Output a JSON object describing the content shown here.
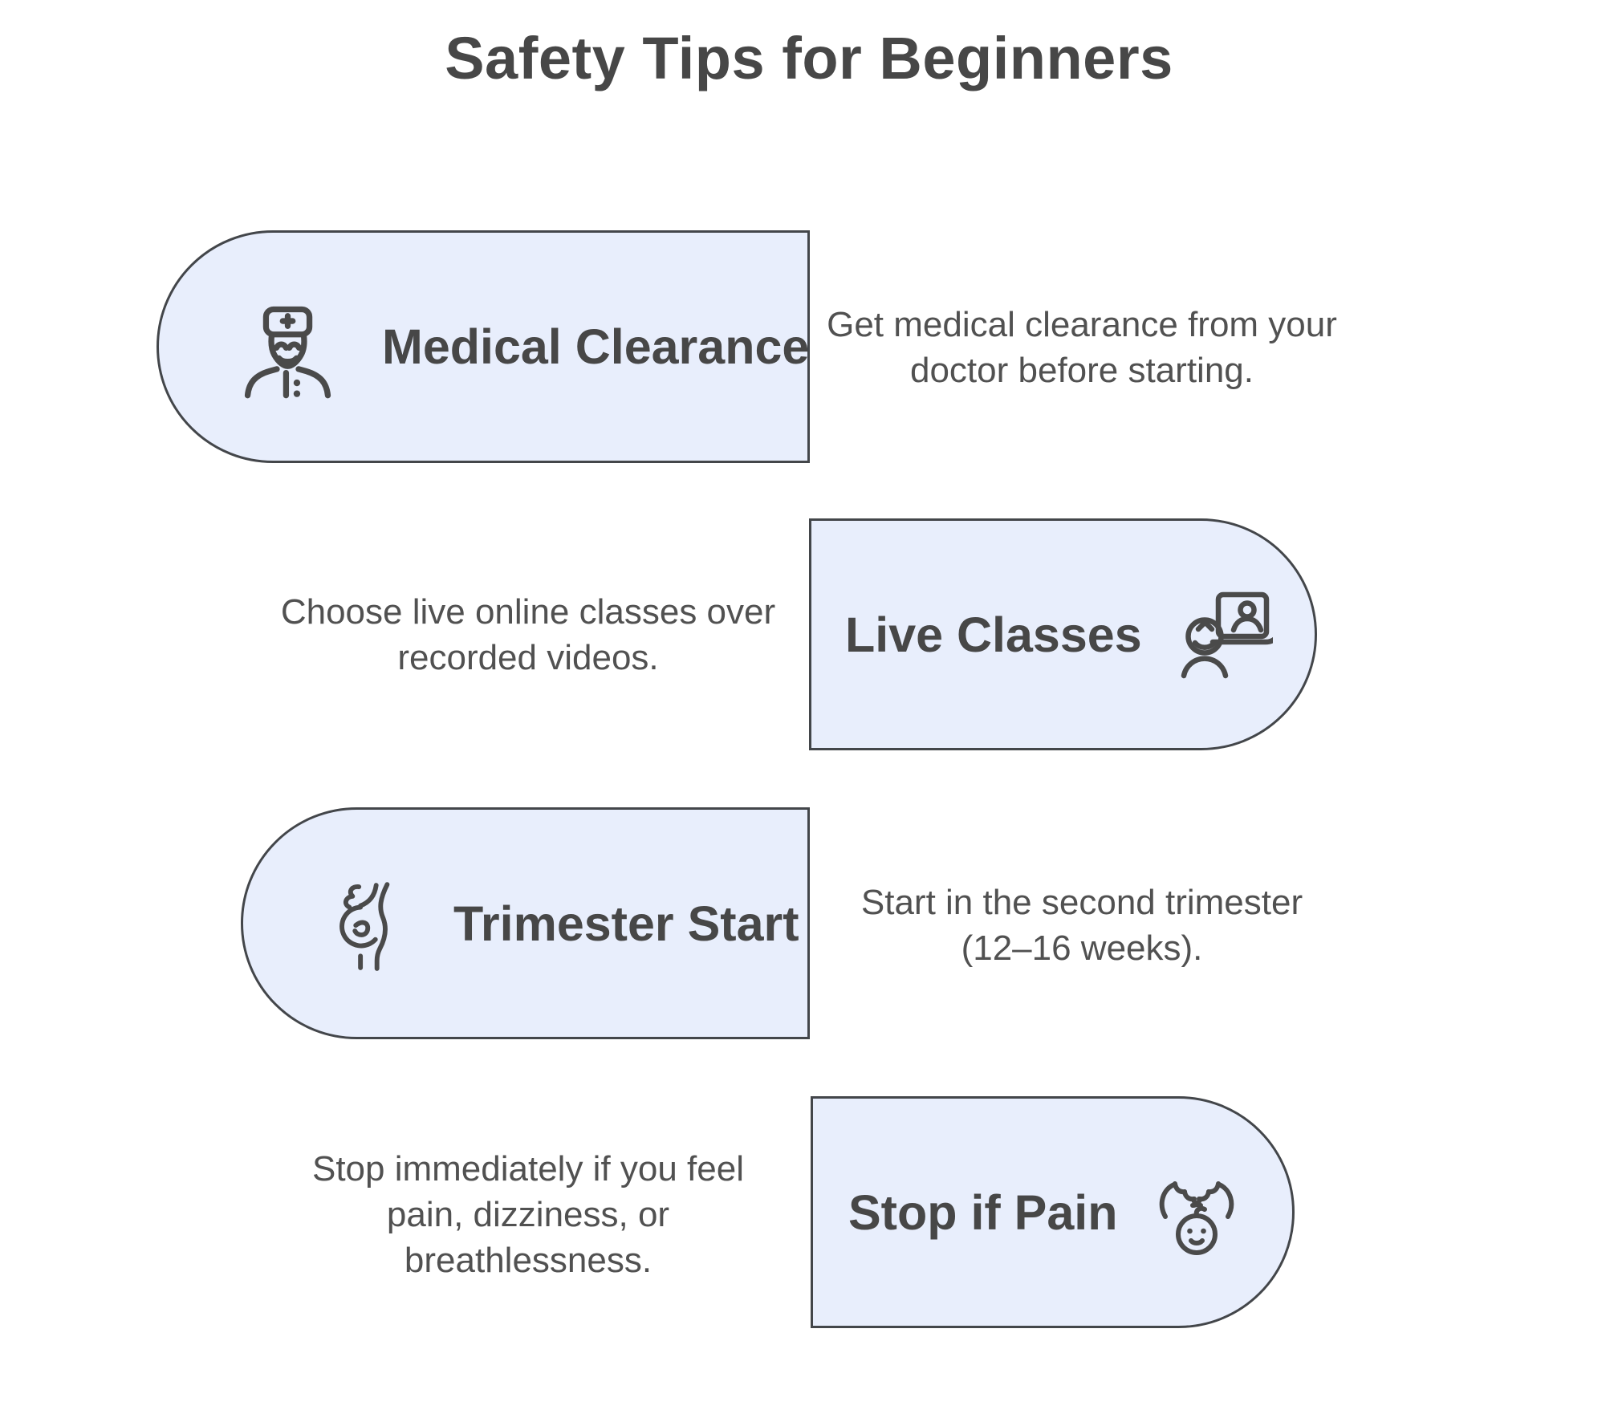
{
  "title": "Safety Tips for Beginners",
  "colors": {
    "card_fill": "#E8EEFC",
    "card_border": "#43464A",
    "heading_text": "#474747",
    "body_text": "#515151"
  },
  "tips": [
    {
      "label": "Medical Clearance",
      "description": "Get medical clearance from your doctor before starting.",
      "icon": "doctor-icon",
      "card_side": "left"
    },
    {
      "label": "Live Classes",
      "description": "Choose live online classes over recorded videos.",
      "icon": "video-call-icon",
      "card_side": "right"
    },
    {
      "label": "Trimester Start",
      "description": "Start in the second trimester (12–16 weeks).",
      "icon": "pregnant-woman-icon",
      "card_side": "left"
    },
    {
      "label": "Stop if Pain",
      "description": "Stop immediately if you feel pain, dizziness, or breathlessness.",
      "icon": "hands-over-head-icon",
      "card_side": "right"
    }
  ]
}
